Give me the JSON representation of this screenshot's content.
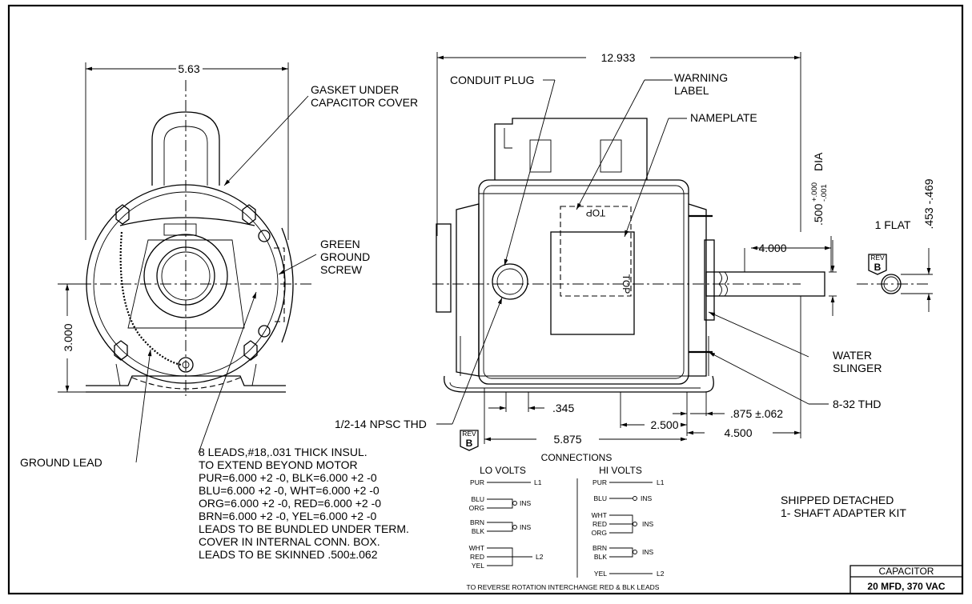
{
  "dimensions": {
    "width_front": "5.63",
    "height_front": "3.000",
    "length_overall": "12.933",
    "shaft_ext": "4.000",
    "shaft_dia": ".500",
    "shaft_tol_plus": "+.000",
    "shaft_tol_minus": "-.001",
    "shaft_dia_unit": "DIA",
    "flat_dim": ".453 -.469",
    "flat_label": "1 FLAT",
    "base_hole": ".345",
    "foot_span": "2.500",
    "shoulder": ".875 ±.062",
    "shaft_to_mount": "4.500",
    "mount_length": "5.875"
  },
  "callouts": {
    "gasket": [
      "GASKET UNDER",
      "CAPACITOR COVER"
    ],
    "ground_screw": [
      "GREEN",
      "GROUND",
      "SCREW"
    ],
    "ground_lead": "GROUND LEAD",
    "conduit_plug": "CONDUIT PLUG",
    "warning_label": [
      "WARNING",
      "LABEL"
    ],
    "nameplate": "NAMEPLATE",
    "water_slinger": [
      "WATER",
      "SLINGER"
    ],
    "thread": "8-32 THD",
    "npsc": "1/2-14 NPSC THD",
    "rev": "REV",
    "rev_letter": "B",
    "top_mark": "TOP"
  },
  "leads_note": [
    "8 LEADS,#18,.031 THICK INSUL.",
    "TO EXTEND BEYOND MOTOR",
    "PUR=6.000 +2 -0, BLK=6.000 +2 -0",
    "BLU=6.000 +2 -0, WHT=6.000 +2 -0",
    "ORG=6.000 +2 -0, RED=6.000 +2 -0",
    "BRN=6.000 +2 -0, YEL=6.000 +2 -0",
    "LEADS TO BE BUNDLED UNDER TERM.",
    "COVER IN INTERNAL CONN. BOX.",
    "LEADS TO BE SKINNED .500±.062"
  ],
  "connections": {
    "title": "CONNECTIONS",
    "lo_title": "LO VOLTS",
    "hi_title": "HI VOLTS",
    "lo": {
      "pur": "PUR",
      "l1": "L1",
      "blu": "BLU",
      "org": "ORG",
      "ins1": "INS",
      "brn": "BRN",
      "blk": "BLK",
      "ins2": "INS",
      "wht": "WHT",
      "red": "RED",
      "yel": "YEL",
      "l2": "L2"
    },
    "hi": {
      "pur": "PUR",
      "l1": "L1",
      "blu": "BLU",
      "ins1": "INS",
      "wht": "WHT",
      "red": "RED",
      "org": "ORG",
      "ins2": "INS",
      "brn": "BRN",
      "blk": "BLK",
      "ins3": "INS",
      "yel": "YEL",
      "l2": "L2"
    },
    "reverse_note": "TO REVERSE ROTATION INTERCHANGE RED & BLK LEADS"
  },
  "shipped_note": [
    "SHIPPED DETACHED",
    "1- SHAFT ADAPTER KIT"
  ],
  "capacitor": {
    "title": "CAPACITOR",
    "value": "20 MFD, 370 VAC"
  }
}
